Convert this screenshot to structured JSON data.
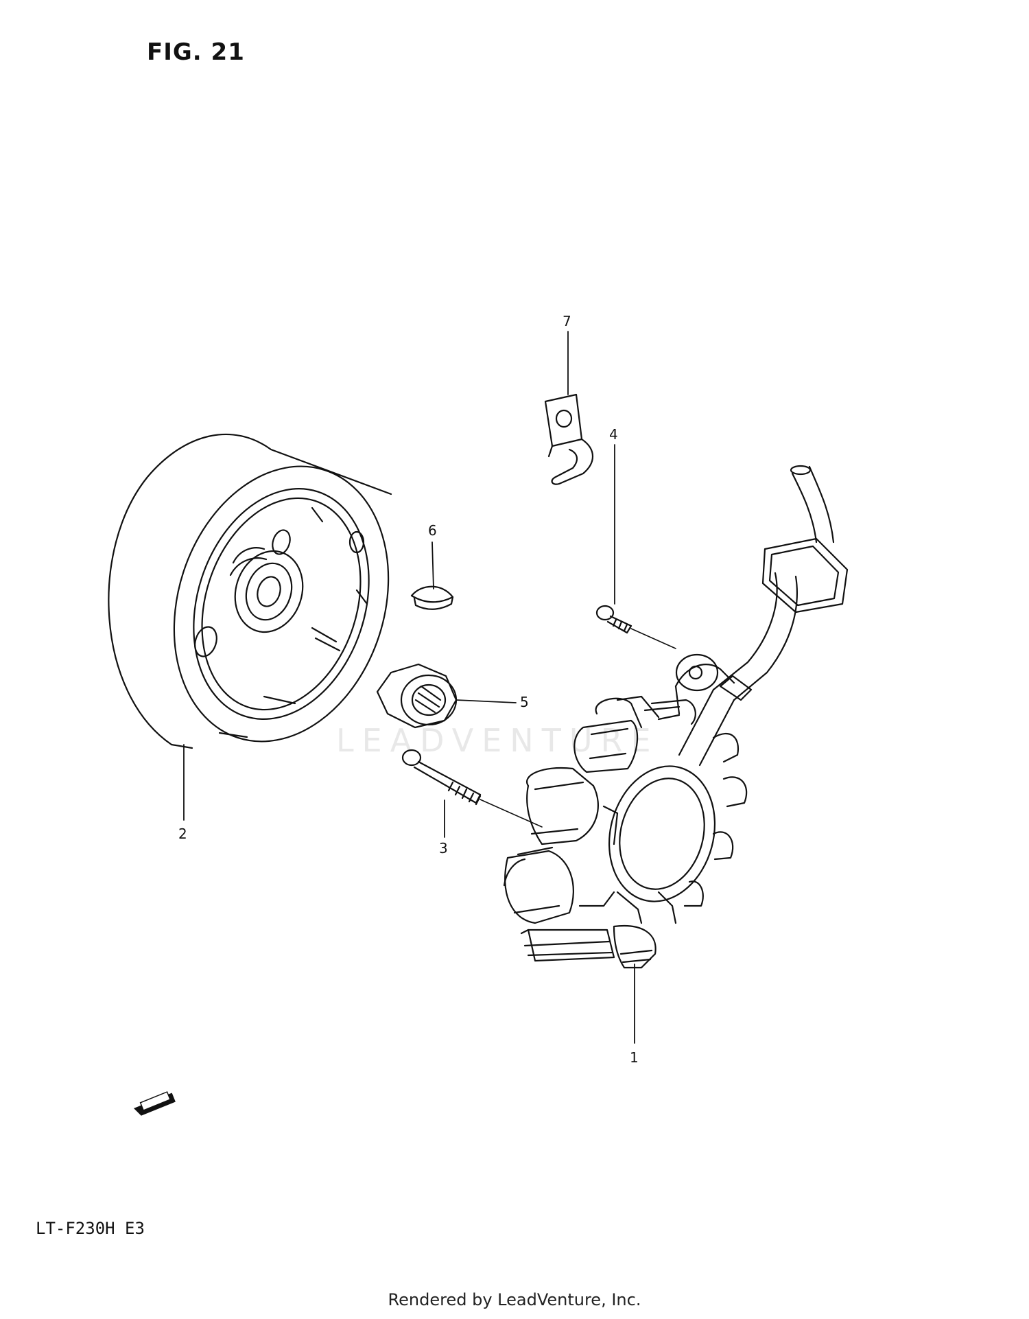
{
  "figure": {
    "title": "FIG. 21"
  },
  "callouts": [
    {
      "number": "1",
      "part": "stator"
    },
    {
      "number": "2",
      "part": "rotor"
    },
    {
      "number": "3",
      "part": "bolt"
    },
    {
      "number": "4",
      "part": "screw"
    },
    {
      "number": "5",
      "part": "nut"
    },
    {
      "number": "6",
      "part": "key"
    },
    {
      "number": "7",
      "part": "clamp"
    }
  ],
  "model_code": "LT-F230H E3",
  "footer": "Rendered by LeadVenture, Inc.",
  "watermark": "LEADVENTURE",
  "front_marker_icon": "front-arrow-icon"
}
